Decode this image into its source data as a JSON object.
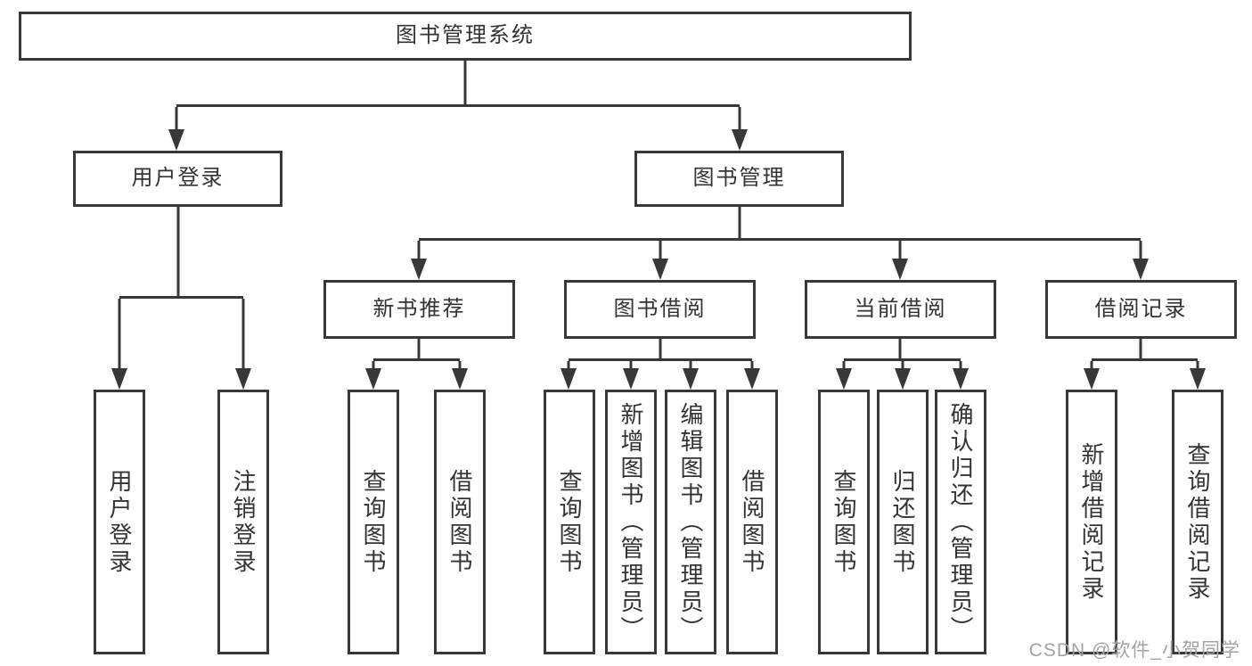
{
  "diagram": {
    "tree": {
      "label": "图书管理系统",
      "children": [
        {
          "label": "用户登录",
          "children": [
            {
              "label": "用户登录"
            },
            {
              "label": "注销登录"
            }
          ]
        },
        {
          "label": "图书管理",
          "children": [
            {
              "label": "新书推荐",
              "children": [
                {
                  "label": "查询图书"
                },
                {
                  "label": "借阅图书"
                }
              ]
            },
            {
              "label": "图书借阅",
              "children": [
                {
                  "label": "查询图书"
                },
                {
                  "label": "新增图书（管理员）"
                },
                {
                  "label": "编辑图书（管理员）"
                },
                {
                  "label": "借阅图书"
                }
              ]
            },
            {
              "label": "当前借阅",
              "children": [
                {
                  "label": "查询图书"
                },
                {
                  "label": "归还图书"
                },
                {
                  "label": "确认归还（管理员）"
                }
              ]
            },
            {
              "label": "借阅记录",
              "children": [
                {
                  "label": "新增借阅记录"
                },
                {
                  "label": "查询借阅记录"
                }
              ]
            }
          ]
        }
      ]
    },
    "colors": {
      "line": "#383838",
      "box_border": "#383838",
      "text": "#333333",
      "background": "#ffffff",
      "watermark": "#a3a3a3"
    }
  },
  "watermark": {
    "text": "CSDN @软件_小贺同学"
  }
}
